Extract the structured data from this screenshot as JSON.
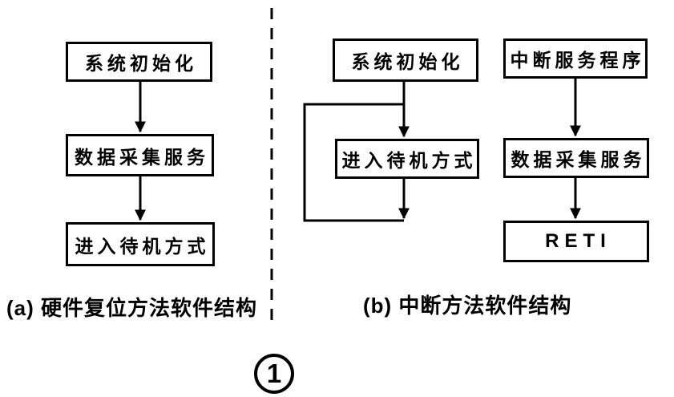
{
  "diagram": {
    "panel_a": {
      "caption": "(a) 硬件复位方法软件结构",
      "boxes": {
        "init": "系统初始化",
        "acquire": "数据采集服务",
        "standby": "进入待机方式"
      }
    },
    "panel_b": {
      "caption": "(b) 中断方法软件结构",
      "main_flow": {
        "init": "系统初始化",
        "standby": "进入待机方式"
      },
      "isr_flow": {
        "isr": "中断服务程序",
        "acquire": "数据采集服务",
        "reti": "RETI"
      }
    },
    "page_marker": "1",
    "colors": {
      "ink": "#000000",
      "background": "#ffffff"
    }
  }
}
